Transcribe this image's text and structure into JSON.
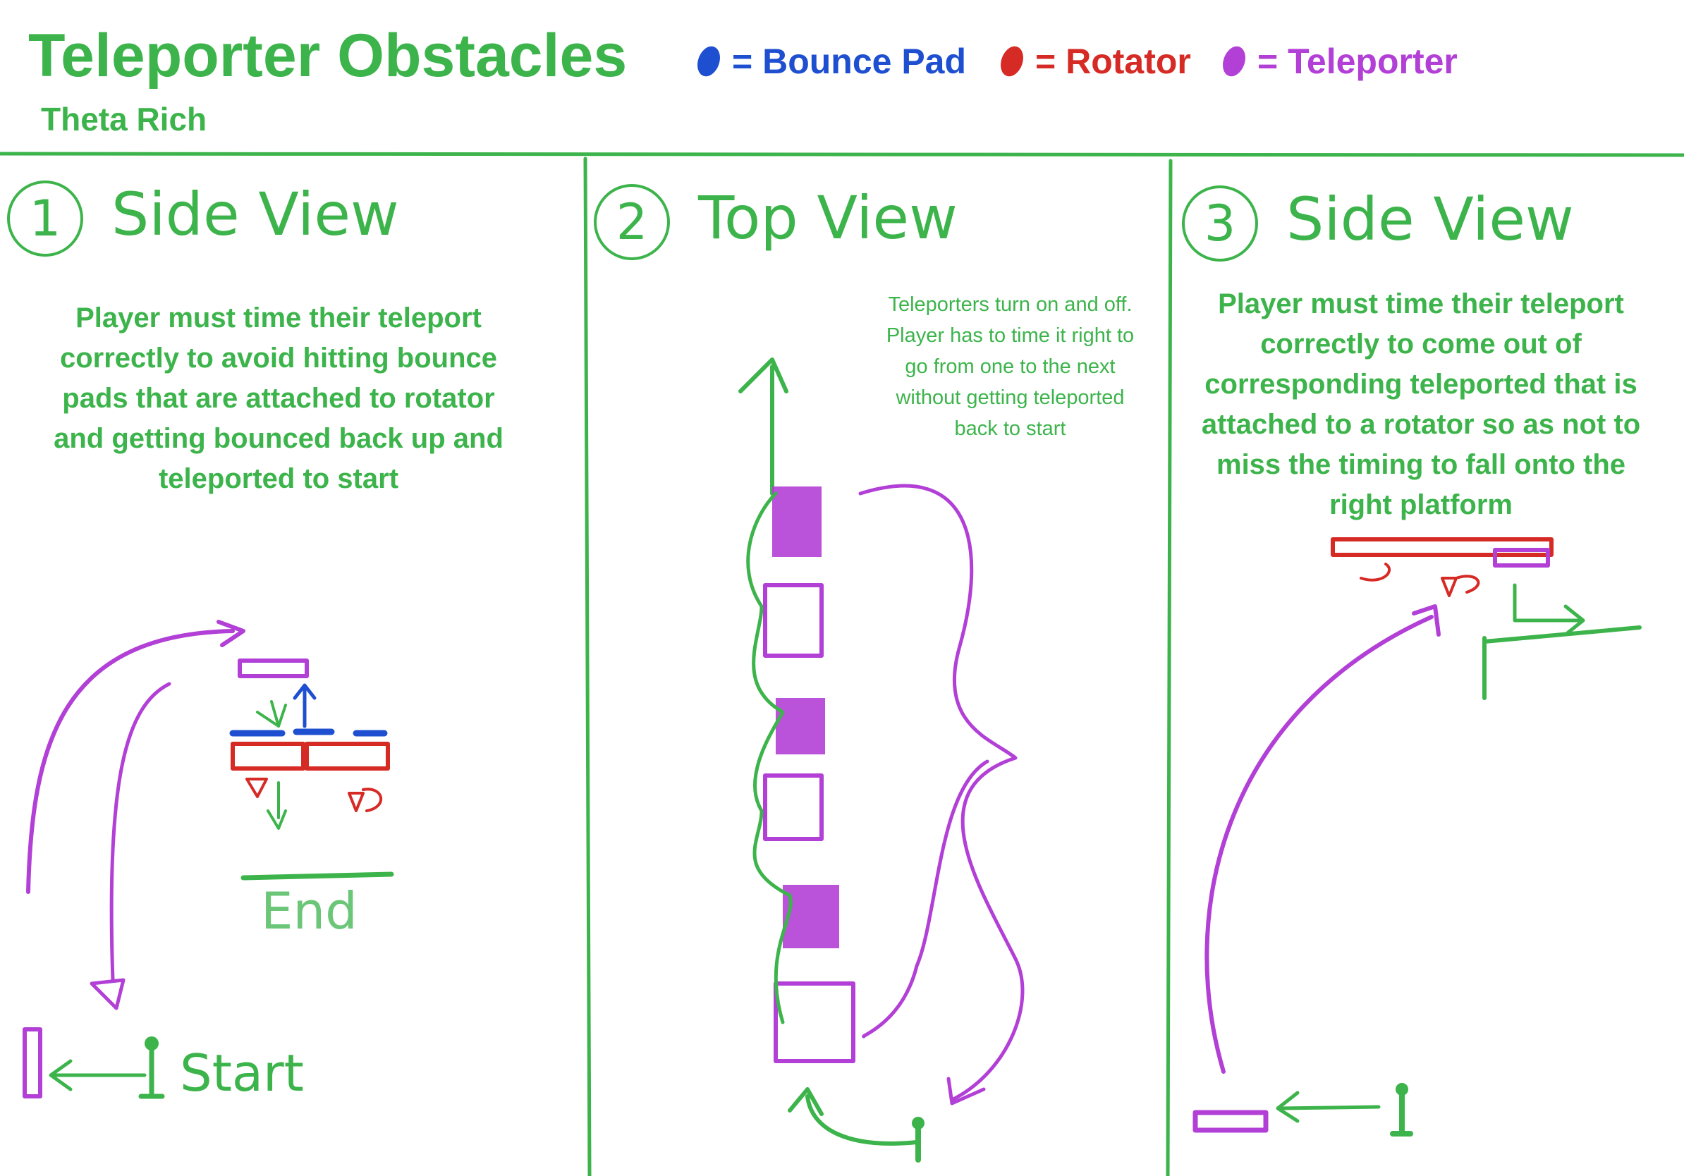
{
  "colors": {
    "green": "#3cb44b",
    "blue": "#1f4fd1",
    "red": "#d62a25",
    "purple": "#b23fd6"
  },
  "header": {
    "title": "Teleporter Obstacles",
    "author": "Theta Rich"
  },
  "legend": [
    {
      "key": "bounce-pad",
      "label": "= Bounce Pad",
      "icon": "blue-dot-icon"
    },
    {
      "key": "rotator",
      "label": "= Rotator",
      "icon": "red-dot-icon"
    },
    {
      "key": "teleporter",
      "label": "= Teleporter",
      "icon": "purple-dot-icon"
    }
  ],
  "panels": [
    {
      "number": "1",
      "heading": "Side View",
      "note": "Player must time their teleport correctly to avoid hitting bounce pads that are attached to rotator and getting bounced back up and teleported to start",
      "end_label": "End",
      "start_label": "Start"
    },
    {
      "number": "2",
      "heading": "Top View",
      "note": "Teleporters turn on and off. Player has to time it right to go from one to the next without getting teleported back to start"
    },
    {
      "number": "3",
      "heading": "Side View",
      "note": "Player must time their teleport correctly to come out of corresponding teleported that is attached to a rotator so as not to miss the timing to fall onto the right platform"
    }
  ]
}
